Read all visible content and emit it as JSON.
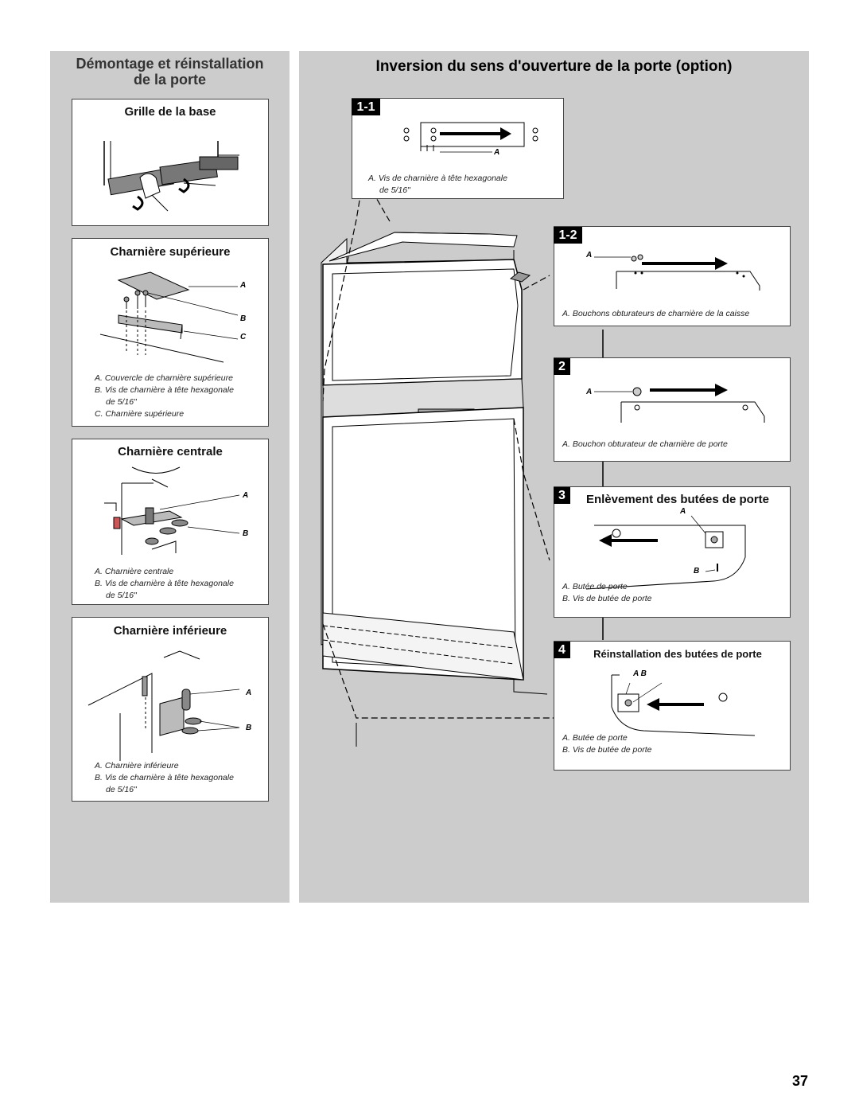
{
  "left": {
    "title_line1": "Démontage et réinstallation",
    "title_line2": "de la porte",
    "grille": {
      "heading": "Grille de la base"
    },
    "superieure": {
      "heading": "Charnière supérieure",
      "labels": [
        "A",
        "B",
        "C"
      ],
      "captions": [
        "A. Couvercle de charnière supérieure",
        "B. Vis de charnière à tête hexagonale",
        "de 5/16\"",
        "C. Charnière supérieure"
      ]
    },
    "centrale": {
      "heading": "Charnière centrale",
      "labels": [
        "A",
        "B"
      ],
      "captions": [
        "A. Charnière centrale",
        "B. Vis de charnière à tête hexagonale",
        "de 5/16\""
      ]
    },
    "inferieure": {
      "heading": "Charnière inférieure",
      "labels": [
        "A",
        "B"
      ],
      "captions": [
        "A. Charnière inférieure",
        "B. Vis de charnière à tête hexagonale",
        "de 5/16\""
      ]
    }
  },
  "right": {
    "title": "Inversion du sens d'ouverture de la porte (option)",
    "step_1_1": {
      "tag": "1-1",
      "label": "A",
      "captions": [
        "A. Vis de charnière à tête hexagonale",
        "de 5/16\""
      ]
    },
    "step_1_2": {
      "tag": "1-2",
      "label": "A",
      "caption": "A. Bouchons obturateurs de charnière de la caisse"
    },
    "step_2": {
      "tag": "2",
      "label": "A",
      "caption": "A. Bouchon obturateur de charnière de porte"
    },
    "step_3": {
      "tag": "3",
      "heading": "Enlèvement des butées de porte",
      "labels": [
        "A",
        "B"
      ],
      "captions": [
        "A. Butée de porte",
        "B. Vis de butée de porte"
      ]
    },
    "step_4": {
      "tag": "4",
      "heading": "Réinstallation des butées de porte",
      "labels": [
        "A B"
      ],
      "captions": [
        "A. Butée de porte",
        "B. Vis de butée de porte"
      ]
    }
  },
  "page_number": "37"
}
